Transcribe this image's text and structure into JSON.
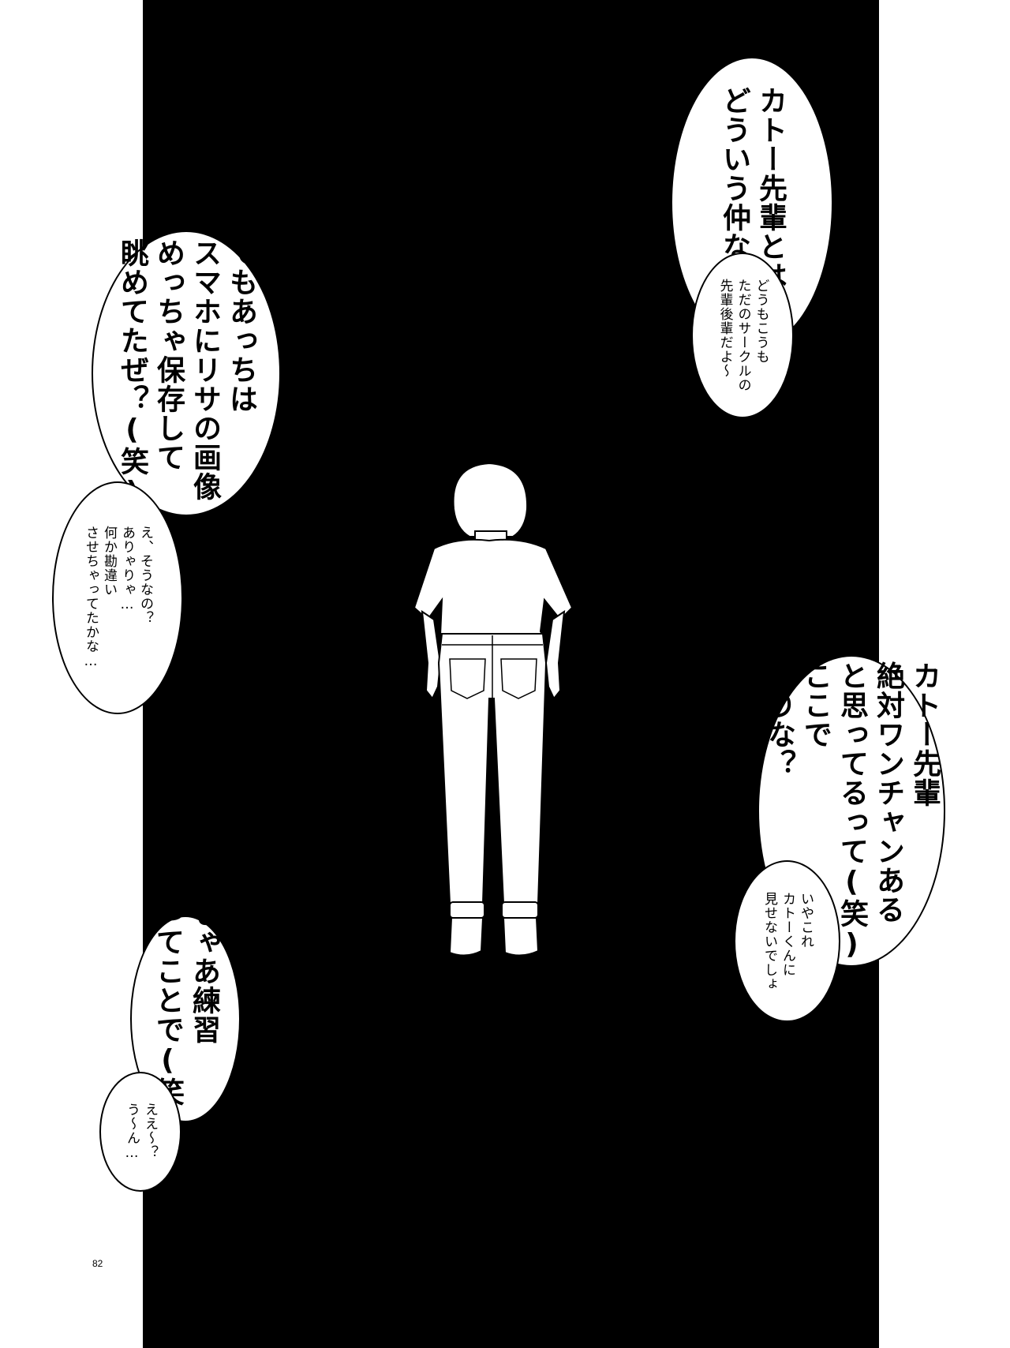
{
  "page": {
    "number": "82"
  },
  "colors": {
    "panel": "#000000",
    "bubble": "#ffffff",
    "page": "#ffffff"
  },
  "bubbles": {
    "b1": "カトー先輩とは\nどういう仲なん？",
    "b2": "どうもこうも\nただのサークルの\n先輩後輩だよ〜",
    "b3": "でもあっちは\nスマホにリサの画像\nめっちゃ保存して\n眺めてたぜ？(笑)",
    "b4": "え、そうなの？\nありゃりゃ…\n何か勘違い\nさせちゃってたかな…",
    "b5": "カトー先輩\n絶対ワンチャンある\nと思ってるって(笑)\nここで\n謝りな？",
    "b6": "いやこれ\nカトーくんに\n見せないでしょ",
    "b7": "じゃあ練習\nってことで(笑)",
    "b8": "ええ〜？\nう〜ん…"
  }
}
